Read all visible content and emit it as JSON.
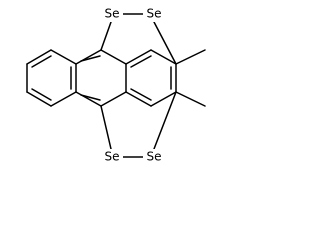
{
  "molecule": {
    "atoms": {
      "se_top_left": "Se",
      "se_top_right": "Se",
      "se_bottom_left": "Se",
      "se_bottom_right": "Se"
    }
  },
  "colors": {
    "bond": "#000000",
    "background": "#ffffff"
  }
}
